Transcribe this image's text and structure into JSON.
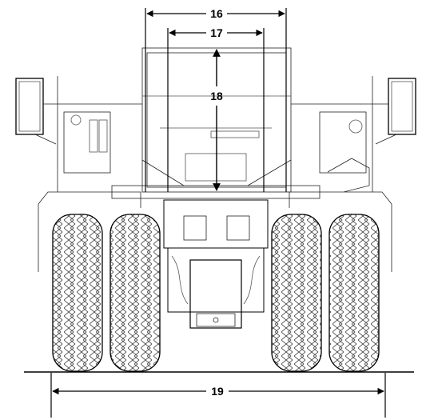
{
  "dimensions": {
    "d16": "16",
    "d17": "17",
    "d18": "18",
    "d19": "19"
  },
  "colors": {
    "line": "#000000",
    "background": "#ffffff"
  },
  "subject": "articulated-truck-rear-view"
}
